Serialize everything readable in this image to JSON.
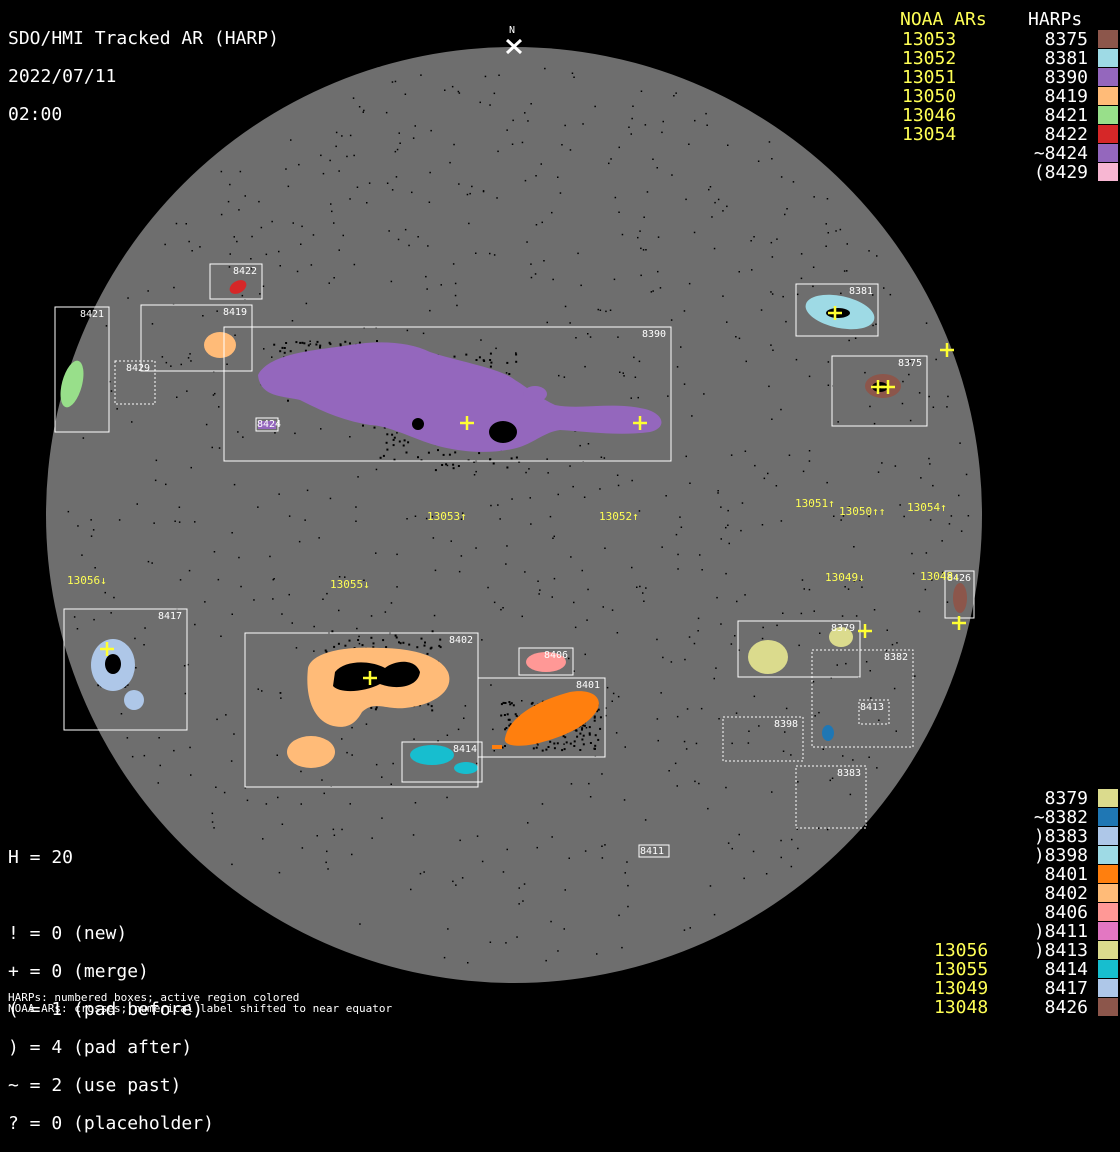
{
  "header": {
    "title": "SDO/HMI Tracked AR (HARP)",
    "date": "2022/07/11",
    "time": "02:00"
  },
  "north_label": "N",
  "top_table": {
    "noaa_header": "NOAA ARs",
    "harp_header": "HARPs",
    "noaa": [
      "13053",
      "13052",
      "13051",
      "13050",
      "13046",
      "13054"
    ],
    "harps": [
      {
        "label": "8375",
        "color": "#8c564b"
      },
      {
        "label": "8381",
        "color": "#9edae5"
      },
      {
        "label": "8390",
        "color": "#9467bd"
      },
      {
        "label": "8419",
        "color": "#ffbb78"
      },
      {
        "label": "8421",
        "color": "#98df8a"
      },
      {
        "label": "8422",
        "color": "#d62728"
      },
      {
        "label": "~8424",
        "color": "#9467bd"
      },
      {
        "label": "(8429",
        "color": "#f7b6d2"
      }
    ]
  },
  "bottom_table": {
    "noaa": [
      "13056",
      "13055",
      "13049",
      "13048"
    ],
    "harps": [
      {
        "label": "8379",
        "color": "#dbdb8d"
      },
      {
        "label": "~8382",
        "color": "#1f77b4"
      },
      {
        "label": ")8383",
        "color": "#aec7e8"
      },
      {
        "label": ")8398",
        "color": "#9edae5"
      },
      {
        "label": "8401",
        "color": "#ff7f0e"
      },
      {
        "label": "8402",
        "color": "#ffbb78"
      },
      {
        "label": "8406",
        "color": "#ff9896"
      },
      {
        "label": ")8411",
        "color": "#e377c2"
      },
      {
        "label": ")8413",
        "color": "#dbdb8d"
      },
      {
        "label": "8414",
        "color": "#17becf"
      },
      {
        "label": "8417",
        "color": "#aec7e8"
      },
      {
        "label": "8426",
        "color": "#8c564b"
      }
    ]
  },
  "stats": {
    "h": "H = 20",
    "lines": [
      "! = 0 (new)",
      "+ = 0 (merge)",
      "( = 1 (pad before)",
      ") = 4 (pad after)",
      "~ = 2 (use past)",
      "? = 0 (placeholder)"
    ]
  },
  "notes": [
    "HARPs: numbered boxes; active region colored",
    "NOAA ARs: crosses; numerical label shifted to near equator"
  ],
  "harp_boxes": [
    {
      "label": "8422",
      "dotted": false
    },
    {
      "label": "8421",
      "dotted": false
    },
    {
      "label": "8419",
      "dotted": false
    },
    {
      "label": "8429",
      "dotted": true
    },
    {
      "label": "8390",
      "dotted": false
    },
    {
      "label": "8424",
      "dotted": false
    },
    {
      "label": "8381",
      "dotted": false
    },
    {
      "label": "8375",
      "dotted": false
    },
    {
      "label": "8417",
      "dotted": false
    },
    {
      "label": "8402",
      "dotted": false
    },
    {
      "label": "8406",
      "dotted": false
    },
    {
      "label": "8401",
      "dotted": false
    },
    {
      "label": "8414",
      "dotted": false
    },
    {
      "label": "8379",
      "dotted": false
    },
    {
      "label": "8382",
      "dotted": true
    },
    {
      "label": "8413",
      "dotted": true
    },
    {
      "label": "8398",
      "dotted": true
    },
    {
      "label": "8383",
      "dotted": true
    },
    {
      "label": "8426",
      "dotted": false
    },
    {
      "label": "8411",
      "dotted": false
    }
  ],
  "noaa_labels": [
    {
      "label": "13053↑"
    },
    {
      "label": "13052↑"
    },
    {
      "label": "13051↑"
    },
    {
      "label": "13050↑↑"
    },
    {
      "label": "13054↑"
    },
    {
      "label": "13056↓"
    },
    {
      "label": "13055↓"
    },
    {
      "label": "13049↓"
    },
    {
      "label": "13048↓"
    }
  ],
  "colors": {
    "disk": "#6e6e6e",
    "background": "#000000",
    "noaa_text": "#ffff55",
    "box_line": "#ffffff"
  }
}
